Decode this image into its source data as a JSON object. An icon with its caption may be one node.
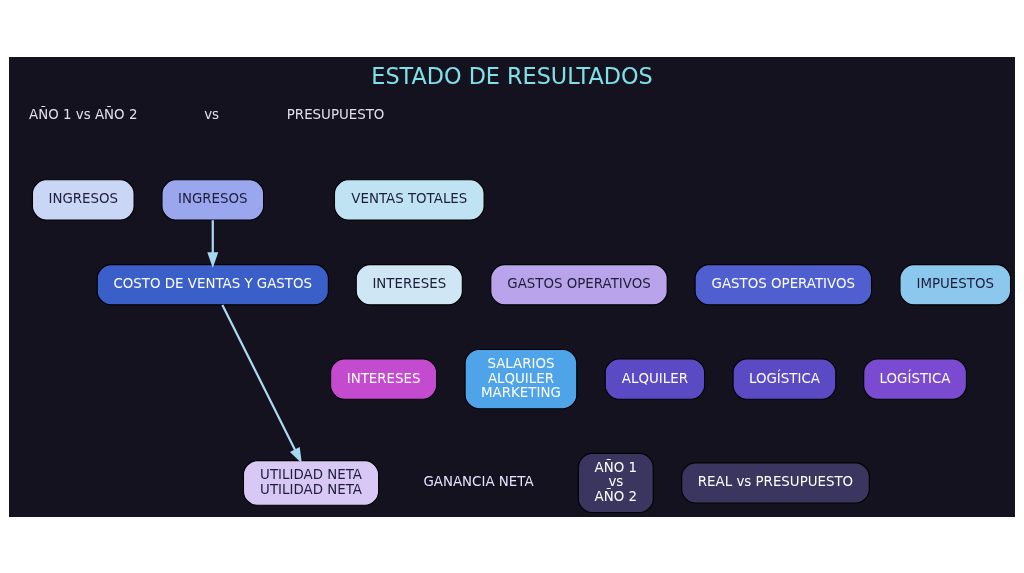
{
  "diagram": {
    "title": "ESTADO DE RESULTADOS",
    "nodes": [
      {
        "text": [
          "INGRESOS"
        ]
      },
      {
        "text": [
          "INGRESOS"
        ]
      },
      {
        "text": [
          "VENTAS TOTALES"
        ]
      },
      {
        "text": [
          "COSTO DE VENTAS Y GASTOS"
        ]
      },
      {
        "text": [
          "GASTOS OPERATIVOS"
        ]
      },
      {
        "text": [
          "GASTOS OPERATIVOS"
        ]
      },
      {
        "text": [
          "IMPUESTOS"
        ]
      },
      {
        "text": [
          "INTERESES"
        ]
      },
      {
        "text": [
          "SALARIOS",
          "ALQUILER",
          "MARKETING"
        ]
      },
      {
        "text": [
          "ALQUILER"
        ]
      },
      {
        "text": [
          "LOGÍSTICA"
        ]
      },
      {
        "text": [
          "LOGÍSTICA"
        ]
      },
      {
        "text": [
          "INTERESES"
        ]
      },
      {
        "text": [
          "AÑO 1",
          "vs",
          "AÑO 2"
        ]
      },
      {
        "text": [
          "REAL vs PRESUPUESTO"
        ]
      },
      {
        "text": [
          "UTILIDAD NETA",
          "UTILIDAD NETA"
        ],
        "beside": [
          "GANANCIA NETA"
        ]
      }
    ],
    "edges": [
      {
        "from": 1,
        "to": 3,
        "arrow": "to"
      },
      {
        "from": 3,
        "to": 15,
        "arrow": "to"
      }
    ],
    "labels": [
      "AÑO 1 vs AÑO 2",
      "vs",
      "PRESUPUESTO"
    ]
  }
}
